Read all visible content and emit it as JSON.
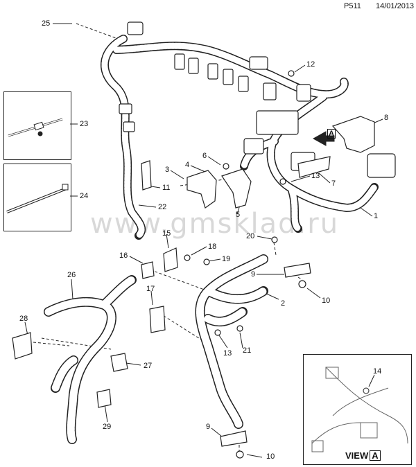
{
  "header": {
    "ref": "P511",
    "date": "14/01/2013"
  },
  "watermark": "www.gmsklad.ru",
  "view": {
    "label": "VIEW",
    "letter": "A"
  },
  "arrow_letter": "A",
  "callouts": [
    {
      "id": "25",
      "text": "25"
    },
    {
      "id": "23",
      "text": "23"
    },
    {
      "id": "24",
      "text": "24"
    },
    {
      "id": "12",
      "text": "12"
    },
    {
      "id": "8",
      "text": "8"
    },
    {
      "id": "6",
      "text": "6"
    },
    {
      "id": "4",
      "text": "4"
    },
    {
      "id": "3",
      "text": "3"
    },
    {
      "id": "11",
      "text": "11"
    },
    {
      "id": "22",
      "text": "22"
    },
    {
      "id": "13a",
      "text": "13"
    },
    {
      "id": "7",
      "text": "7"
    },
    {
      "id": "5",
      "text": "5"
    },
    {
      "id": "1",
      "text": "1"
    },
    {
      "id": "20",
      "text": "20"
    },
    {
      "id": "15",
      "text": "15"
    },
    {
      "id": "18",
      "text": "18"
    },
    {
      "id": "19",
      "text": "19"
    },
    {
      "id": "16",
      "text": "16"
    },
    {
      "id": "9a",
      "text": "9"
    },
    {
      "id": "26",
      "text": "26"
    },
    {
      "id": "17",
      "text": "17"
    },
    {
      "id": "2",
      "text": "2"
    },
    {
      "id": "10a",
      "text": "10"
    },
    {
      "id": "28",
      "text": "28"
    },
    {
      "id": "13b",
      "text": "13"
    },
    {
      "id": "21",
      "text": "21"
    },
    {
      "id": "27",
      "text": "27"
    },
    {
      "id": "14",
      "text": "14"
    },
    {
      "id": "29",
      "text": "29"
    },
    {
      "id": "9b",
      "text": "9"
    },
    {
      "id": "10b",
      "text": "10"
    }
  ]
}
